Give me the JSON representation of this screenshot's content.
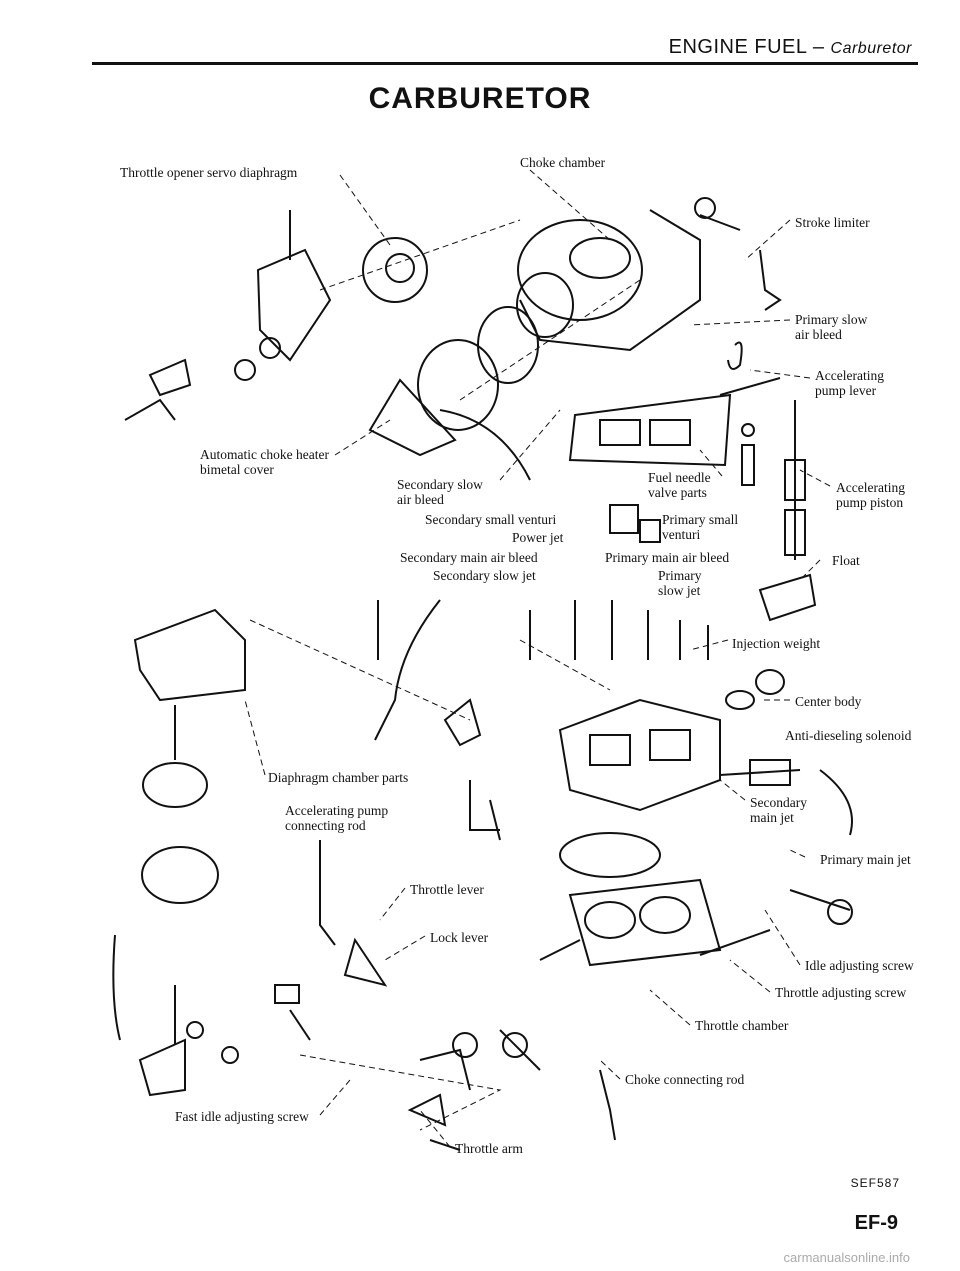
{
  "header": {
    "section": "ENGINE FUEL",
    "separator": " – ",
    "subsection": "Carburetor"
  },
  "title": "CARBURETOR",
  "labels": {
    "throttle_opener": "Throttle opener servo diaphragm",
    "choke_chamber": "Choke chamber",
    "stroke_limiter": "Stroke limiter",
    "primary_slow_air_bleed": "Primary slow\nair bleed",
    "accelerating_pump_lever": "Accelerating\npump lever",
    "auto_choke_heater": "Automatic choke heater\nbimetal cover",
    "secondary_slow_air_bleed": "Secondary slow\nair bleed",
    "fuel_needle_valve": "Fuel needle\nvalve parts",
    "accelerating_pump_piston": "Accelerating\npump piston",
    "secondary_small_venturi": "Secondary small venturi",
    "primary_small_venturi": "Primary small\nventuri",
    "power_jet": "Power jet",
    "secondary_main_air_bleed": "Secondary main air bleed",
    "primary_main_air_bleed": "Primary main air bleed",
    "float": "Float",
    "secondary_slow_jet": "Secondary slow jet",
    "primary_slow_jet": "Primary\nslow jet",
    "injection_weight": "Injection weight",
    "center_body": "Center body",
    "anti_dieseling": "Anti-dieseling solenoid",
    "diaphragm_chamber": "Diaphragm chamber parts",
    "accel_pump_rod": "Accelerating pump\nconnecting rod",
    "secondary_main_jet": "Secondary\nmain jet",
    "primary_main_jet": "Primary main jet",
    "throttle_lever": "Throttle lever",
    "lock_lever": "Lock lever",
    "idle_adjusting_screw": "Idle adjusting screw",
    "throttle_adjusting_screw": "Throttle adjusting screw",
    "throttle_chamber": "Throttle chamber",
    "choke_connecting_rod": "Choke connecting rod",
    "fast_idle_screw": "Fast idle adjusting screw",
    "throttle_arm": "Throttle arm"
  },
  "figure_code": "SEF587",
  "page_number": "EF-9",
  "watermark": "carmanualsonline.info"
}
